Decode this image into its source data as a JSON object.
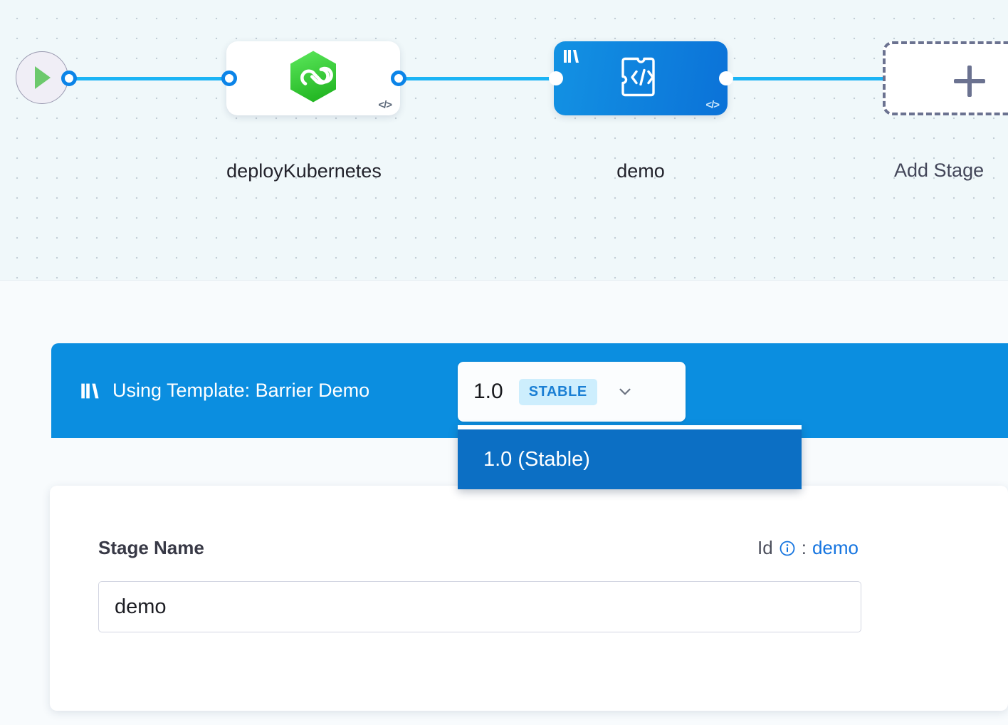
{
  "canvas": {
    "start_node": {
      "icon": "play-icon"
    },
    "nodes": [
      {
        "id": "deployKubernetes",
        "label": "deployKubernetes",
        "icon": "harness-deploy-hexagon-icon",
        "code_flag": "</>",
        "type": "white"
      },
      {
        "id": "demo",
        "label": "demo",
        "icon": "custom-stage-puzzle-code-icon",
        "code_flag": "</>",
        "template_badge": "template-library-icon",
        "type": "blue"
      }
    ],
    "add_stage": {
      "label": "Add Stage",
      "icon": "plus-icon"
    }
  },
  "template_banner": {
    "icon": "template-library-icon",
    "text": "Using Template: Barrier Demo",
    "version_selector": {
      "version": "1.0",
      "tag": "STABLE",
      "caret_icon": "chevron-down-icon"
    },
    "dropdown": {
      "options": [
        {
          "label": "1.0 (Stable)",
          "selected": true
        }
      ]
    },
    "accent_color": "#0b8ee0",
    "dropdown_selected_color": "#0c6fc4",
    "tag_bg_color": "#cdeefd",
    "tag_text_color": "#1a7fd4"
  },
  "detail_card": {
    "stage_name_label": "Stage Name",
    "id_label": "Id",
    "id_info_icon": "info-circle-icon",
    "id_separator": ":",
    "id_value": "demo",
    "stage_name_input": {
      "value": "demo",
      "placeholder": "Stage Name"
    }
  }
}
